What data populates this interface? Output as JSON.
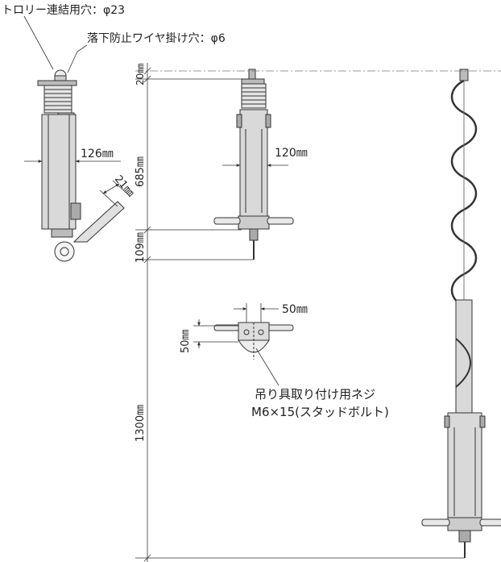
{
  "colors": {
    "line": "#333333",
    "body_fill": "#d9d9d9",
    "coil_fill": "#e4e4e4",
    "dark": "#555555",
    "dashdot": "#777777"
  },
  "labels": {
    "trolley_hole": "トロリー連結用穴：φ23",
    "fall_hole": "落下防止ワイヤ掛け穴：φ6",
    "dim_126": "126㎜",
    "dim_21": "21㎜",
    "dim_120": "120㎜",
    "dim_50_h": "50㎜",
    "dim_50_v": "50㎜",
    "dim_20": "20㎜",
    "dim_685": "685㎜",
    "dim_109": "109㎜",
    "dim_1300": "1300㎜",
    "screw_line1": "吊り具取り付け用ネジ",
    "screw_line2": "M6×15(スタッドボルト)"
  }
}
